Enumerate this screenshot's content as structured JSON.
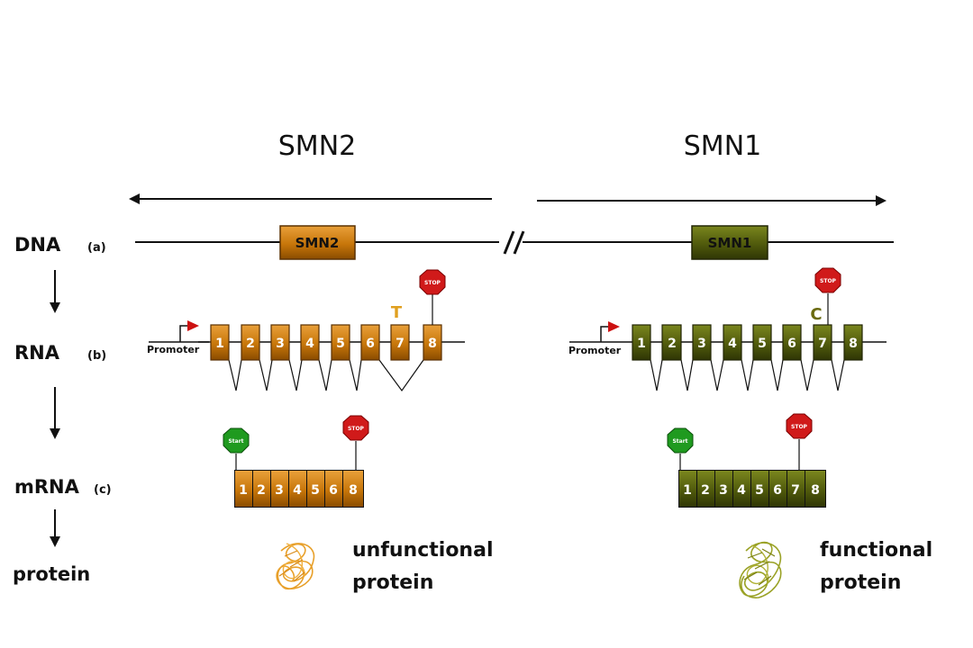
{
  "titles": {
    "left": "SMN2",
    "right": "SMN1"
  },
  "rows": {
    "dna": "DNA",
    "dna_sub": "(a)",
    "rna": "RNA",
    "rna_sub": "(b)",
    "mrna": "mRNA",
    "mrna_sub": "(c)",
    "protein": "protein"
  },
  "gene_boxes": {
    "left": "SMN2",
    "right": "SMN1"
  },
  "promoter_label": "Promoter",
  "start_label": "Start",
  "stop_label": "STOP",
  "left_gene": {
    "exons": [
      "1",
      "2",
      "3",
      "4",
      "5",
      "6",
      "7",
      "8"
    ],
    "nucleotide": "T",
    "mrna_exons": [
      "1",
      "2",
      "3",
      "4",
      "5",
      "6",
      "8"
    ],
    "outcome_line1": "unfunctional",
    "outcome_line2": "protein"
  },
  "right_gene": {
    "exons": [
      "1",
      "2",
      "3",
      "4",
      "5",
      "6",
      "7",
      "8"
    ],
    "nucleotide": "C",
    "mrna_exons": [
      "1",
      "2",
      "3",
      "4",
      "5",
      "6",
      "7",
      "8"
    ],
    "outcome_line1": "functional",
    "outcome_line2": "protein"
  },
  "colors": {
    "smn2_exon": "#c87a0c",
    "smn2_exon_dark": "#8a4f00",
    "smn1_exon": "#55600e",
    "smn1_exon_dark": "#333a05",
    "stop": "#d01a1a",
    "start": "#1f9a1f",
    "promoter_arrow": "#cc1111",
    "nuc_T": "#e0a020",
    "nuc_C": "#6a6a10"
  }
}
